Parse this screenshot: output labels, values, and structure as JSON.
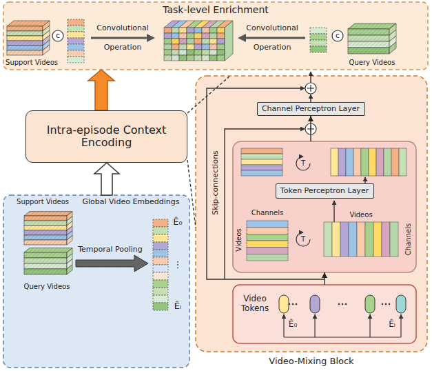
{
  "diagram": {
    "nodes": [
      {
        "text": [
          "Task-level Enrichment"
        ]
      },
      {
        "text": [
          "Intra-episode Context Encoding"
        ]
      },
      {
        "text": [
          "Global Video Embeddings"
        ]
      },
      {
        "text": [
          "Video-Mixing Block"
        ]
      },
      {
        "text": [
          "Channel Perceptron Layer"
        ],
        "in": 3
      },
      {
        "text": [
          "Channels",
          "Videos",
          "Videos",
          "Channels"
        ],
        "in": 3
      },
      {
        "text": [
          "Token Perceptron Layer"
        ],
        "in": 5
      },
      {
        "text": [
          "Video Tokens",
          "Ê₀",
          "Êₗ"
        ],
        "in": 3
      }
    ],
    "edges": [
      {
        "from": 1,
        "to": 0,
        "arrow": "to"
      },
      {
        "from": 2,
        "to": 1,
        "arrow": "to"
      },
      {
        "from": 1,
        "to": 3,
        "arrow": "none"
      },
      {
        "from": 1,
        "to": 3,
        "arrow": "none"
      },
      {
        "from": 7,
        "to": 5,
        "arrow": "to"
      },
      {
        "from": 5,
        "to": 4,
        "arrow": "to"
      }
    ],
    "labels": [
      "Support Videos",
      "c",
      "Convolutional",
      "Operation",
      "Convolutional",
      "Operation",
      "c",
      "Query Videos",
      "Skip-connections",
      "T",
      "T",
      "Support Videos",
      "Temporal Pooling",
      "Ê₀",
      "⋮",
      "Êₗ",
      "Query Videos"
    ]
  }
}
